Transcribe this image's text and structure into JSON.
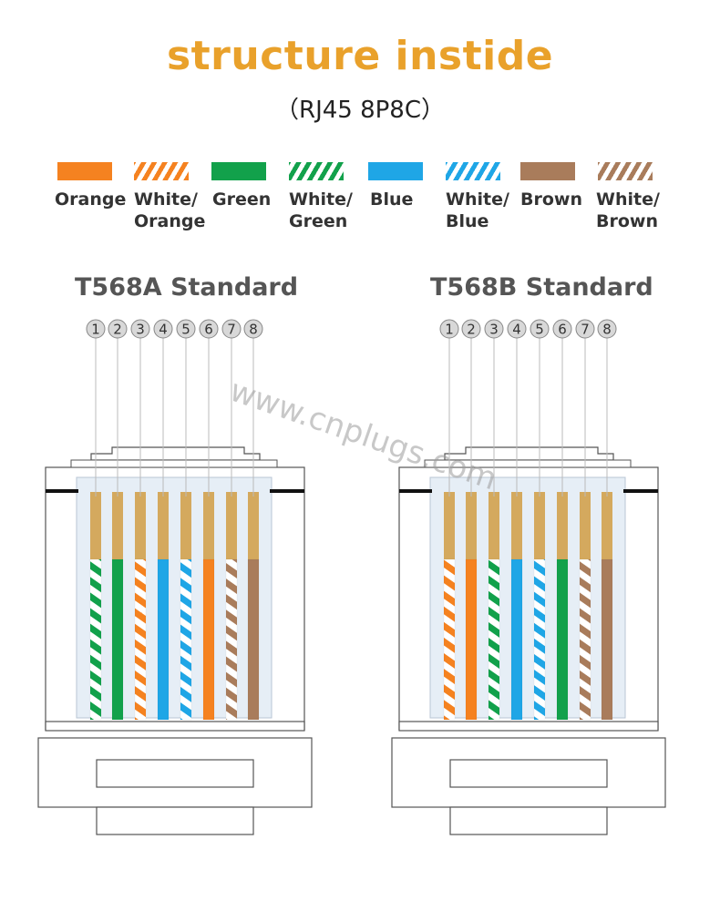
{
  "header": {
    "title": "structure instide",
    "subtitle": "（RJ45 8P8C）"
  },
  "colors": {
    "accent": "#E9A12B",
    "orange": "#F58220",
    "green": "#12A14B",
    "blue": "#1FA6E6",
    "brown": "#A97C5B",
    "gold": "#D4A95E",
    "text_gray": "#555555"
  },
  "legend": [
    {
      "line1": "Orange",
      "line2": "",
      "color": "#F58220",
      "striped": false
    },
    {
      "line1": "White/",
      "line2": "Orange",
      "color": "#F58220",
      "striped": true
    },
    {
      "line1": "Green",
      "line2": "",
      "color": "#12A14B",
      "striped": false
    },
    {
      "line1": "White/",
      "line2": "Green",
      "color": "#12A14B",
      "striped": true
    },
    {
      "line1": "Blue",
      "line2": "",
      "color": "#1FA6E6",
      "striped": false
    },
    {
      "line1": "White/",
      "line2": "Blue",
      "color": "#1FA6E6",
      "striped": true
    },
    {
      "line1": "Brown",
      "line2": "",
      "color": "#A97C5B",
      "striped": false
    },
    {
      "line1": "White/",
      "line2": "Brown",
      "color": "#A97C5B",
      "striped": true
    }
  ],
  "standards": [
    {
      "title": "T568A Standard",
      "pins": [
        "1",
        "2",
        "3",
        "4",
        "5",
        "6",
        "7",
        "8"
      ],
      "wires": [
        "white-green",
        "green",
        "white-orange",
        "blue",
        "white-blue",
        "orange",
        "white-brown",
        "brown"
      ]
    },
    {
      "title": "T568B Standard",
      "pins": [
        "1",
        "2",
        "3",
        "4",
        "5",
        "6",
        "7",
        "8"
      ],
      "wires": [
        "white-orange",
        "orange",
        "white-green",
        "blue",
        "white-blue",
        "green",
        "white-brown",
        "brown"
      ]
    }
  ],
  "watermark": "www.cnplugs.com"
}
